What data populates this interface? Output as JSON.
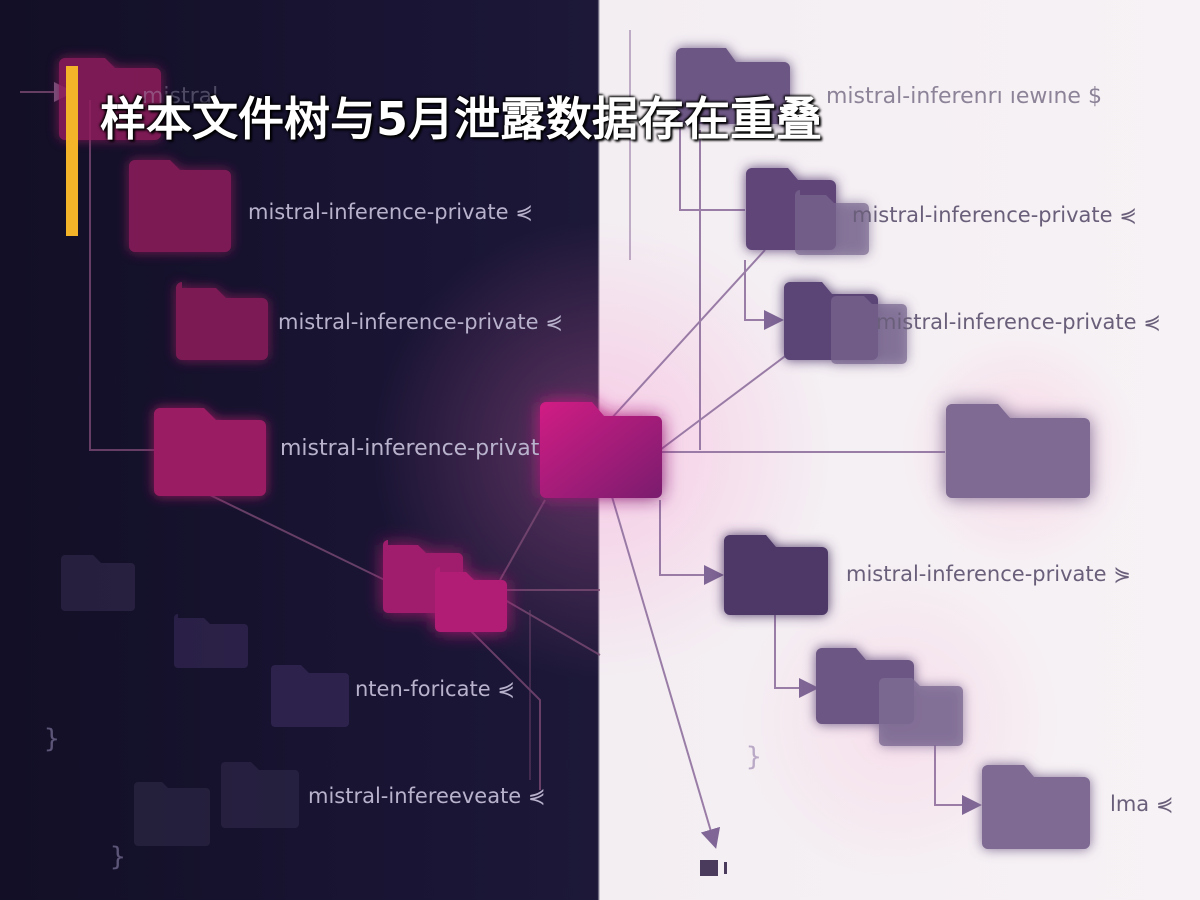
{
  "headline": "样本文件树与5月泄露数据存在重叠",
  "labels": {
    "top_right": "mistral-inferenrı ıewıne $",
    "left_1": "mistral-inference-private ⋞",
    "left_2": "mistral-inference-private ⋞",
    "left_3": "mistral-inference-privat",
    "left_4": "nten-foricate ⋞",
    "left_5": "mistral-infereeveate ⋞",
    "right_1": "mistral-inference-private ⋞",
    "right_2": "mistral-inference-private ⋞",
    "right_3": "mistral-inference-private ⋟",
    "right_4": "lma ⋞",
    "left_top_cut": "mistral"
  },
  "braces": {
    "left_a": "}",
    "left_b": "}",
    "right_a": "}"
  },
  "colors": {
    "accent_bar": "#f4b42a",
    "dark_folder": "#8e1d5c",
    "bright_folder": "#c21b7a",
    "light_folder": "#5e4578"
  }
}
